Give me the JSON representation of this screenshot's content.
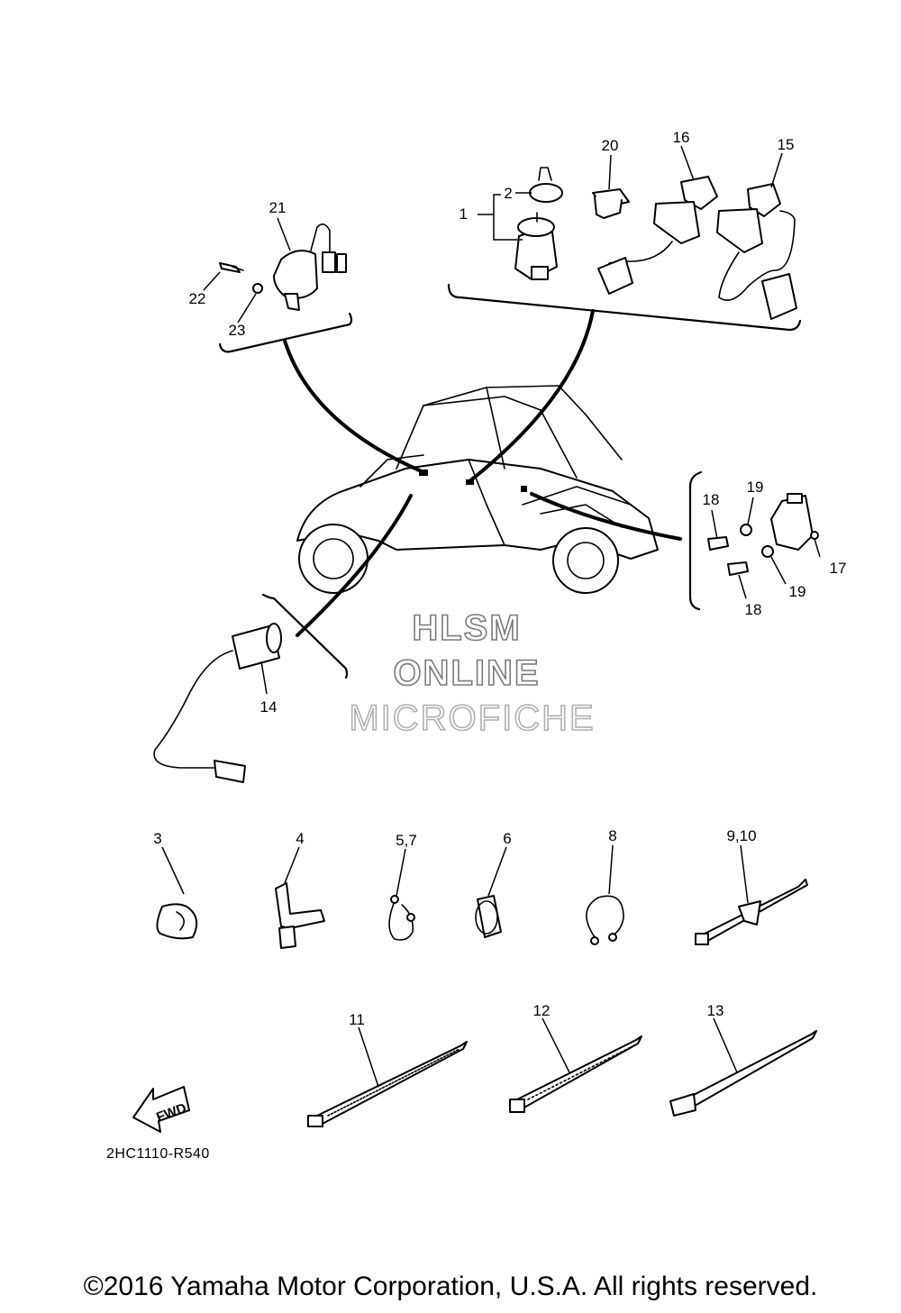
{
  "watermark": {
    "line1": "HLSM",
    "line2": "ONLINE",
    "line3": "MICROFICHE"
  },
  "callouts": {
    "c1": "1",
    "c2": "2",
    "c3": "3",
    "c4": "4",
    "c57": "5,7",
    "c6": "6",
    "c8": "8",
    "c910": "9,10",
    "c11": "11",
    "c12": "12",
    "c13": "13",
    "c14": "14",
    "c15": "15",
    "c16": "16",
    "c17": "17",
    "c18a": "18",
    "c18b": "18",
    "c19a": "19",
    "c19b": "19",
    "c20": "20",
    "c21": "21",
    "c22": "22",
    "c23": "23"
  },
  "fwd_label": "FWD",
  "drawing_code": "2HC1110-R540",
  "copyright": "©2016 Yamaha Motor Corporation, U.S.A. All rights reserved.",
  "colors": {
    "line": "#000000",
    "background": "#ffffff",
    "watermark": "#7a7a7a"
  },
  "icons": {
    "fwd": "forward-arrow-icon"
  }
}
